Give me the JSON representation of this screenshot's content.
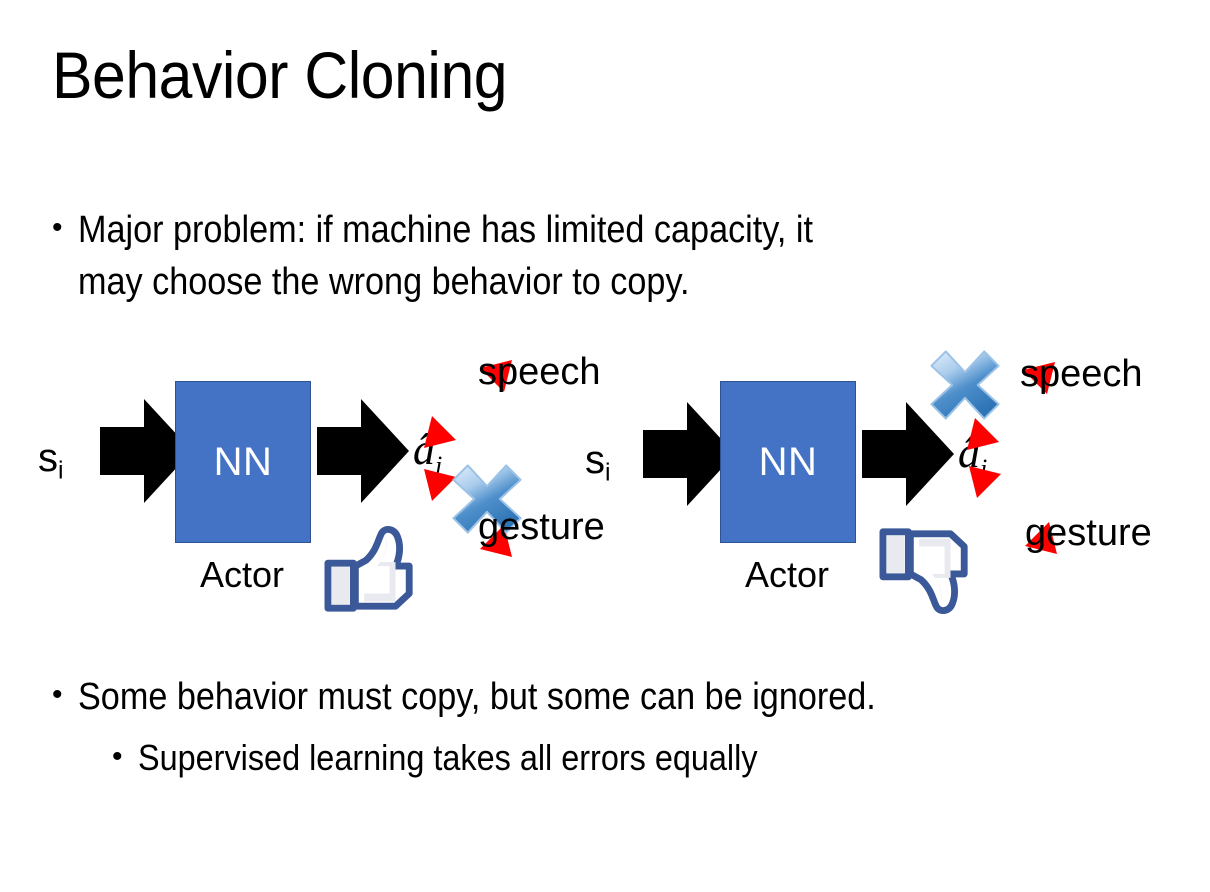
{
  "slide": {
    "title": "Behavior Cloning",
    "background_color": "#FFFFFF"
  },
  "bullets": [
    {
      "level": 1,
      "marker": "•",
      "text": "Major problem: if machine has limited capacity, it\nmay choose the wrong behavior to copy."
    },
    {
      "level": 1,
      "marker": "•",
      "text": "Some behavior must copy, but some can be ignored."
    },
    {
      "level": 2,
      "marker": "•",
      "text": "Supervised learning takes all errors equally"
    }
  ],
  "diagrams": [
    {
      "id": "left",
      "input_label": "s",
      "input_subscript": "i",
      "box_label": "NN",
      "box_caption": "Actor",
      "output_label": "a",
      "output_subscript": "i",
      "output_accent": "hat",
      "branches": [
        {
          "name": "speech",
          "label": "speech",
          "direction": "up-right",
          "crossed_out": false
        },
        {
          "name": "gesture",
          "label": "gesture",
          "direction": "down-right",
          "crossed_out": true
        }
      ],
      "feedback_icon": "thumbs-up",
      "feedback_meaning": "good"
    },
    {
      "id": "right",
      "input_label": "s",
      "input_subscript": "i",
      "box_label": "NN",
      "box_caption": "Actor",
      "output_label": "a",
      "output_subscript": "i",
      "output_accent": "hat",
      "branches": [
        {
          "name": "speech",
          "label": "speech",
          "direction": "up-right",
          "crossed_out": true
        },
        {
          "name": "gesture",
          "label": "gesture",
          "direction": "down-right",
          "crossed_out": false
        }
      ],
      "feedback_icon": "thumbs-down",
      "feedback_meaning": "bad"
    }
  ],
  "colors": {
    "nn_box_fill": "#4472C4",
    "nn_box_stroke": "#2E5395",
    "nn_box_text": "#FFFFFF",
    "arrow_black": "#000000",
    "arrow_red": "#FF0000",
    "cross_blue_light": "#BDD7F0",
    "cross_blue_mid": "#5B9BD5",
    "cross_blue_dark": "#2E75B6",
    "thumb_navy": "#3B5998",
    "thumb_fill": "#FFFFFF",
    "text": "#000000"
  }
}
